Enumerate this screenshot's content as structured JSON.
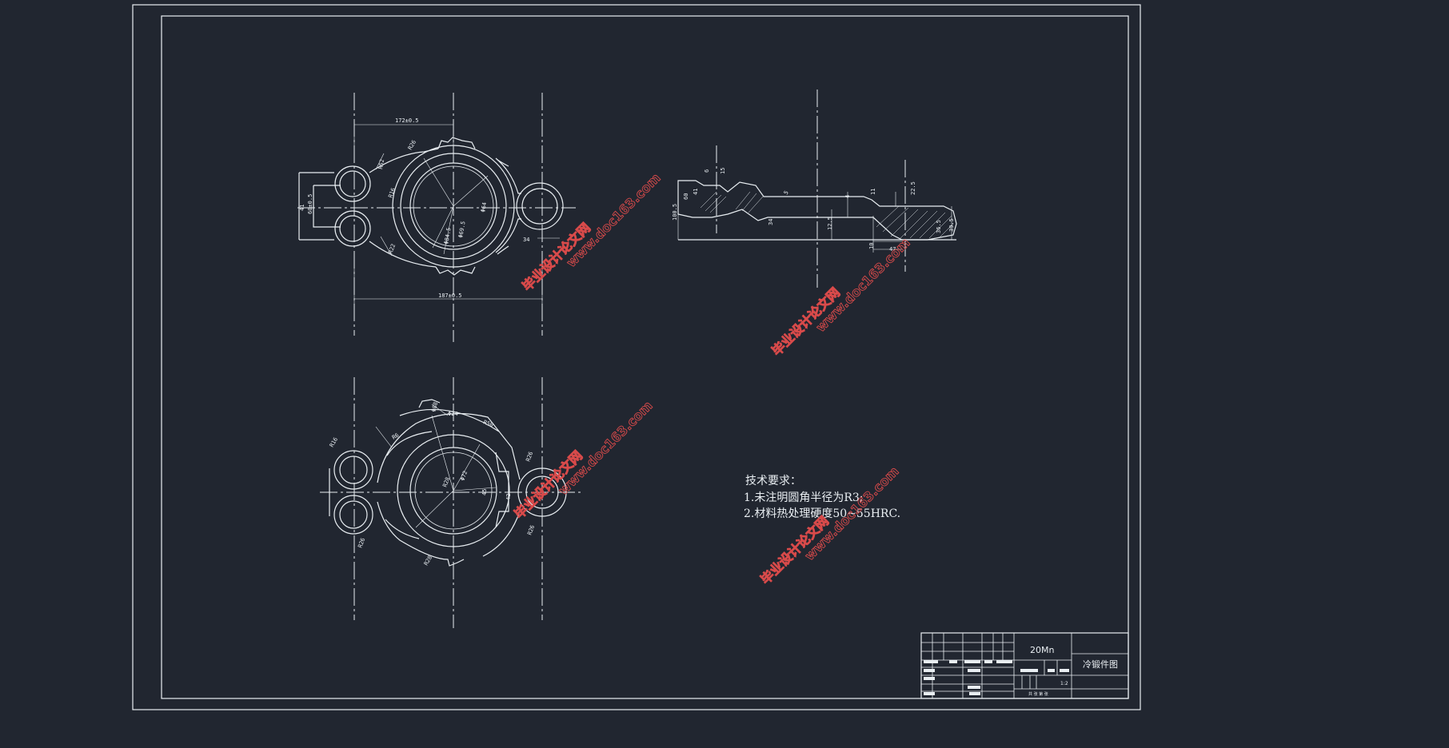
{
  "technical_requirements": {
    "title": "技术要求：",
    "items": [
      "1.未注明圆角半径为R3;",
      "2.材料热处理硬度50~55HRC."
    ]
  },
  "title_block": {
    "material": "20Mn",
    "drawing_name": "冷锻件图",
    "signature_row": "共  张  第  张",
    "sheet_label": "1:2"
  },
  "watermarks": [
    {
      "line1": "毕业设计论文网",
      "line2": "www.doc163.com"
    },
    {
      "line1": "毕业设计论文网",
      "line2": "www.doc163.com"
    },
    {
      "line1": "毕业设计论文网",
      "line2": "www.doc163.com"
    },
    {
      "line1": "毕业设计论文网",
      "line2": "www.doc163.com"
    }
  ],
  "dims": {
    "top_view": {
      "d1": "172±0.5",
      "d2": "187±0.5",
      "d3": "R26",
      "d4": "R52",
      "d5": "R16",
      "d6": "R22",
      "d7": "Φ84.5",
      "d8": "Φ69.5",
      "d9": "Φ64",
      "d10": "34",
      "d11": "41",
      "d12": "60±0.5"
    },
    "section_view": {
      "s1": "6",
      "s2": "15",
      "s3": "41",
      "s4": "60",
      "s5": "5",
      "s6": "100.5",
      "s7": "34",
      "s8": "12.5",
      "s9": "4",
      "s10": "11",
      "s11": "10",
      "s12": "47",
      "s13": "36.5",
      "s14": "39.5",
      "s15": "22.5"
    },
    "bottom_view": {
      "b1": "R16",
      "b2": "Φ88",
      "b3": "Φ24",
      "b4": "R6",
      "b5": "R50",
      "b6": "Φ72",
      "b7": "R28",
      "b8": "R26",
      "b9": "45",
      "b10": "42",
      "b11": "R26",
      "b12": "R28"
    }
  },
  "colors": {
    "background": "#212630",
    "line": "#e9eef2",
    "watermark": "#d84a4a"
  }
}
